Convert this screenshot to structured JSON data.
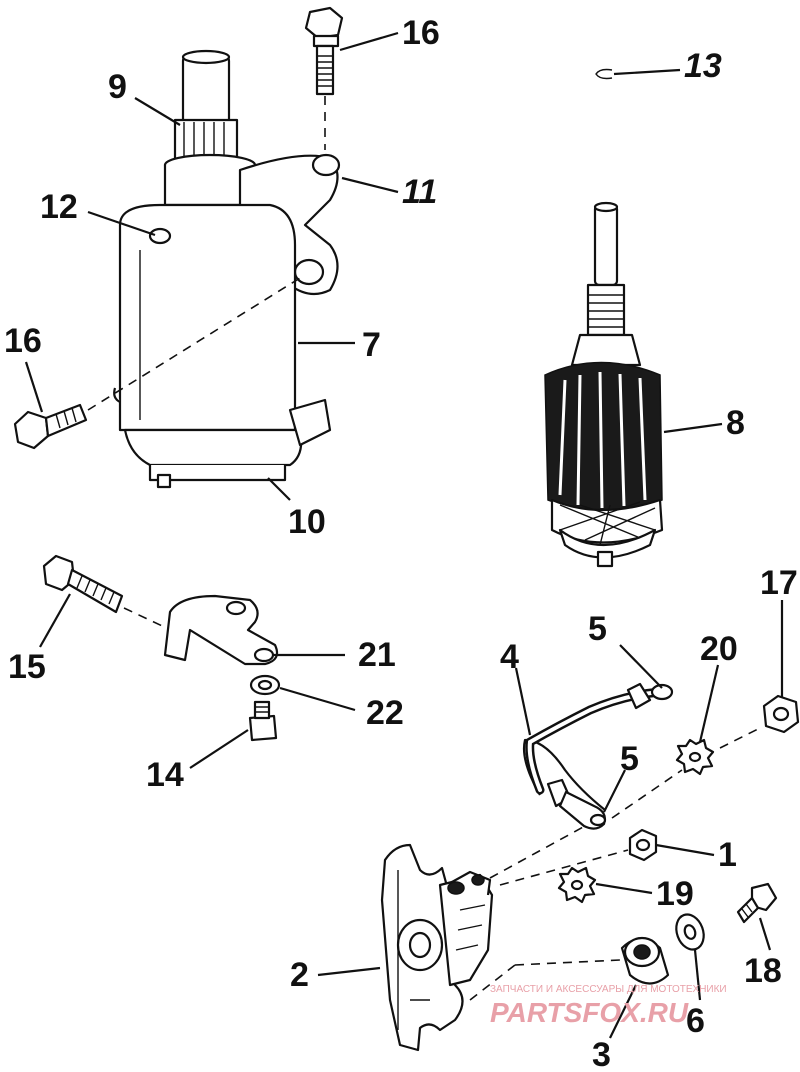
{
  "callouts": {
    "c1": "1",
    "c2": "2",
    "c3": "3",
    "c4": "4",
    "c5a": "5",
    "c5b": "5",
    "c6": "6",
    "c7": "7",
    "c8": "8",
    "c9": "9",
    "c10": "10",
    "c11": "11",
    "c12": "12",
    "c13": "13",
    "c14": "14",
    "c15": "15",
    "c16a": "16",
    "c16b": "16",
    "c17": "17",
    "c18": "18",
    "c19": "19",
    "c20": "20",
    "c21": "21",
    "c22": "22"
  },
  "watermark": {
    "tagline": "ЗАПЧАСТИ И АКСЕССУАРЫ ДЛЯ МОТОТЕХНИКИ",
    "brand": "PARTSFOX.RU"
  },
  "colors": {
    "ink": "#111111",
    "watermark": "#e8a0a8"
  }
}
